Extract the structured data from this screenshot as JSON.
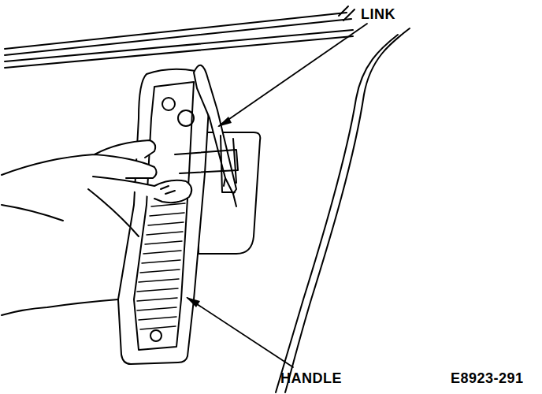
{
  "diagram": {
    "labels": [
      "LINK",
      "HANDLE",
      "E8923-291"
    ]
  }
}
